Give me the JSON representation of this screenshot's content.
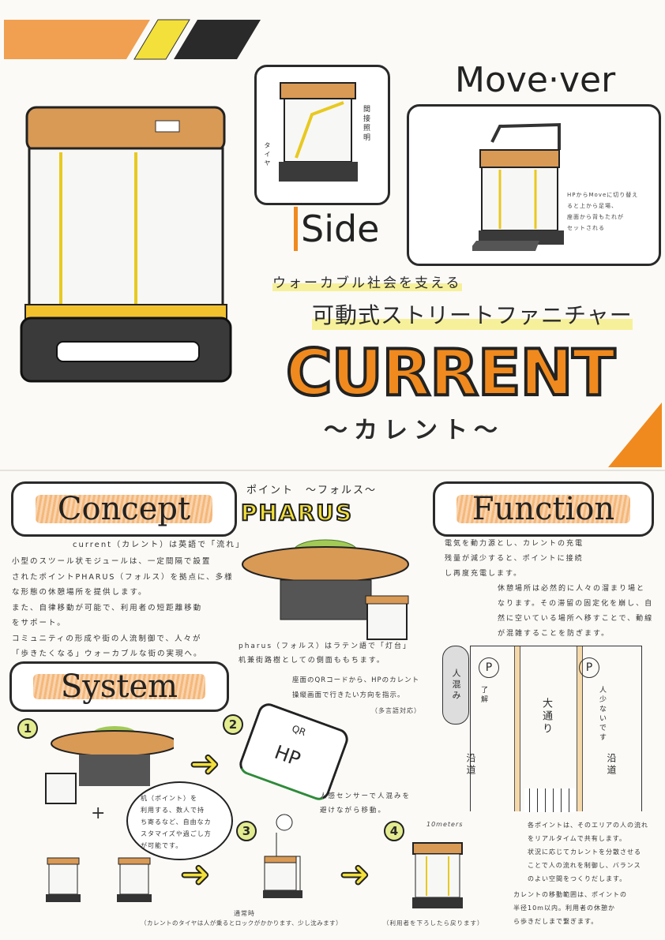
{
  "header": {
    "side_label": "Side",
    "move_label": "Move·ver",
    "side_notes": [
      "間接照明",
      "タイヤ"
    ],
    "move_note": [
      "HPからMoveに切り替え",
      "ると上から足場、",
      "座面から背もたれが",
      "セットされる"
    ],
    "tagline": "ウォーカブル社会を支える",
    "subtitle": "可動式ストリートファニチャー",
    "title": "CURRENT",
    "title_kana": "〜カレント〜"
  },
  "concept": {
    "heading": "Concept",
    "etymology": "current（カレント）は英語で「流れ」",
    "body": [
      "小型のスツール状モジュールは、一定間隔で設置",
      "されたポイントPHARUS（フォルス）を拠点に、多様",
      "な形態の休憩場所を提供します。",
      "また、自律移動が可能で、利用者の短距離移動",
      "をサポート。",
      "コミュニティの形成や街の人流制御で、人々が",
      "「歩きたくなる」ウォーカブルな街の実現へ。"
    ]
  },
  "pharus": {
    "kicker": "ポイント　〜フォルス〜",
    "logo": "PHARUS",
    "body": [
      "pharus（フォルス）はラテン語で「灯台」",
      "机兼街路樹としての側面ももちます。"
    ]
  },
  "function": {
    "heading": "Function",
    "charge": [
      "電気を動力源とし、カレントの充電",
      "残量が減少すると、ポイントに接続",
      "し再度充電します。"
    ],
    "congestion": [
      "休憩場所は必然的に人々の溜まり場と",
      "なります。その滞留の固定化を崩し、自",
      "然に空いている場所へ移すことで、動線",
      "が混雑することを防ぎます。"
    ],
    "map": {
      "crowd": "人混み",
      "parking": "P",
      "avenue": "大通り",
      "sidewalk": "沿道",
      "ok": "了解",
      "few_people": "人少ないです"
    },
    "realtime": [
      "各ポイントは、そのエリアの人の流れ",
      "をリアルタイムで共有します。",
      "状況に応じてカレントを分散させる",
      "ことで人の流れを制御し、バランス",
      "のよい空間をつくりだします。"
    ],
    "range": [
      "カレントの移動範囲は、ポイントの",
      "半径10m以内。利用者の休憩か",
      "ら歩きだしまで繋ぎます。"
    ]
  },
  "system": {
    "heading": "System",
    "steps": [
      "1",
      "2",
      "3",
      "4"
    ],
    "qr_note": [
      "座面のQRコードから、HPのカレント",
      "操縦画面で行きたい方向を指示。"
    ],
    "multilingual": "（多言語対応）",
    "phone_qr": "QR",
    "phone_hp": "HP",
    "plus": "+",
    "desk_note": [
      "机（ポイント）を",
      "利用する、数人で持",
      "ち寄るなど、自由なカ",
      "スタマイズや過ごし方",
      "が可能です。"
    ],
    "sensor_note": [
      "人感センサーで人混みを",
      "避けながら移動。"
    ],
    "normal": "通常時",
    "tire_note": "（カレントのタイヤは人が乗るとロックがかかります、少し沈みます）",
    "distance": "10meters",
    "return_note": "（利用者を下ろしたら戻ります）"
  },
  "colors": {
    "orange": "#f08a1e",
    "yellow": "#f3e03a",
    "ink": "#2a2a2a",
    "green": "#2e8b3a"
  }
}
